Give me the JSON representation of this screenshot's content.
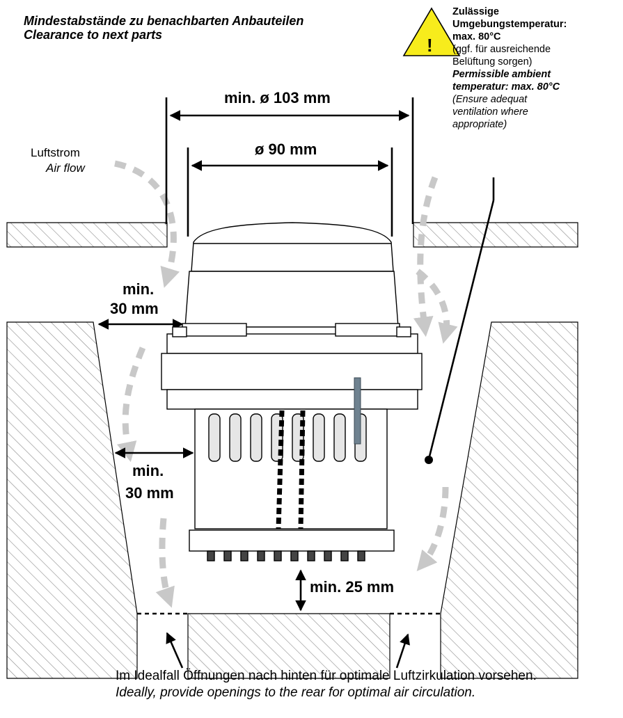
{
  "header": {
    "title_de": "Mindestabstände zu benachbarten Anbauteilen",
    "title_en": "Clearance to next parts"
  },
  "warning": {
    "icon": "warning-triangle-icon",
    "symbol": "!",
    "color": "#f7ec1c",
    "de_bold_1": "Zulässige",
    "de_bold_2": "Umgebungstemperatur:",
    "de_bold_3": "max. 80°C",
    "de_line_1": "(ggf. für ausreichende",
    "de_line_2": "Belüftung sorgen)",
    "en_bold_1": "Permissible ambient",
    "en_bold_2": "temperatur: max. 80°C",
    "en_line_1": "(Ensure adequat",
    "en_line_2": "ventilation where",
    "en_line_3": "appropriate)"
  },
  "airflow": {
    "label_de": "Luftstrom",
    "label_en": "Air flow",
    "arrow_color": "#c8c8c8"
  },
  "dimensions": {
    "outer_diameter": "min. ø 103 mm",
    "inner_diameter": "ø 90 mm",
    "side_top_1": "min.",
    "side_top_2": "30 mm",
    "side_mid_1": "min.",
    "side_mid_2": "30 mm",
    "bottom_gap": "min. 25 mm"
  },
  "footer": {
    "line_de": "Im Idealfall Öffnungen nach hinten für optimale Luftzirkulation vorsehen.",
    "line_en": "Ideally, provide openings to the rear for optimal air circulation."
  }
}
